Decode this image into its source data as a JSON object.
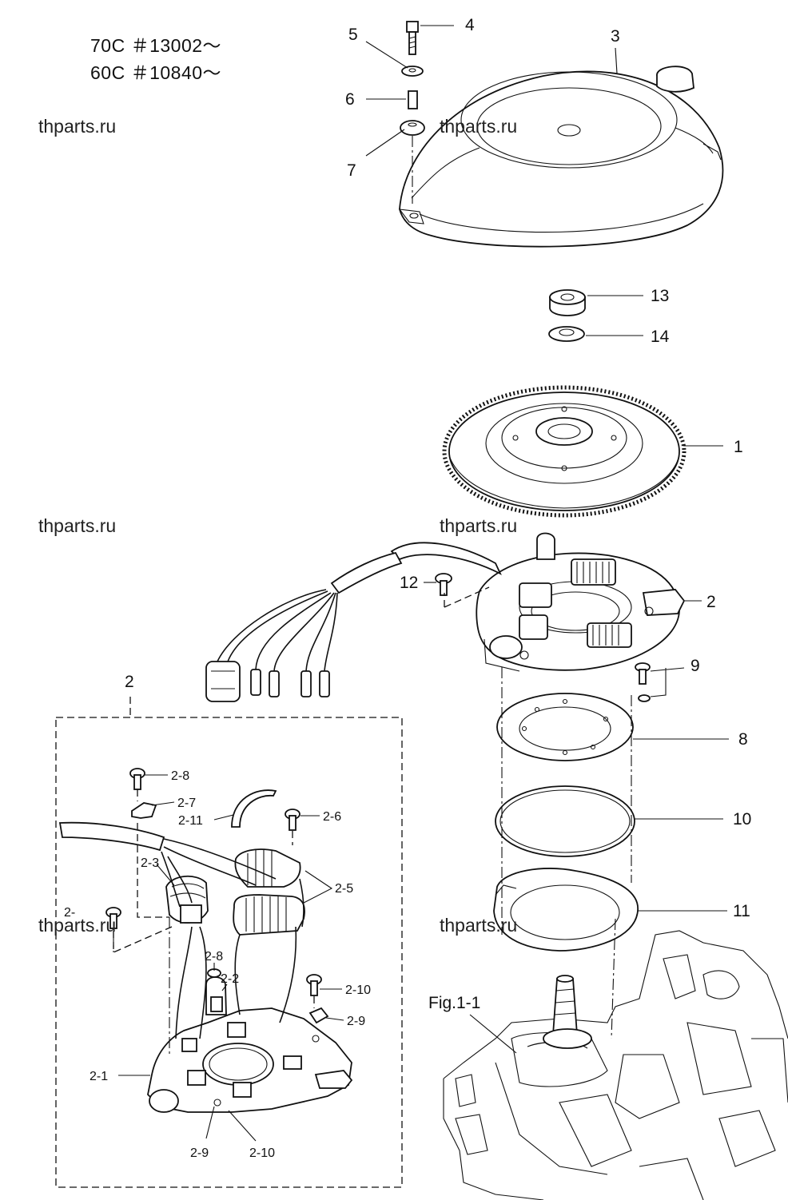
{
  "model_notes": [
    "70C ＃13002～",
    "60C ＃10840～"
  ],
  "watermarks": [
    "thparts.ru",
    "thparts.ru",
    "thparts.ru",
    "thparts.ru",
    "thparts.ru",
    "thparts.ru"
  ],
  "figure_label": "Fig.1-1",
  "group_label": "2",
  "callouts": {
    "flywheel": "1",
    "stator_assembly": "2",
    "cover": "3",
    "cover_bolt": "4",
    "cover_washer": "5",
    "cover_collar": "6",
    "cover_grommet": "7",
    "stator_plate": "8",
    "stator_bolt": "9",
    "o_ring": "10",
    "base_ring": "11",
    "screw": "12",
    "nut": "13",
    "washer": "14"
  },
  "sub_callouts": {
    "base": "2-1",
    "charge_coil": "2-2",
    "pulser_coil": "2-3",
    "lighting_coil": "2-5",
    "screw_a": "2-6",
    "clamp": "2-7",
    "screw_b": "2-8",
    "screw_c": "2-8",
    "washer_a": "2-9",
    "washer_b": "2-9",
    "screw_d": "2-10",
    "screw_e": "2-10",
    "band": "2-11",
    "screw_side": "2-"
  }
}
